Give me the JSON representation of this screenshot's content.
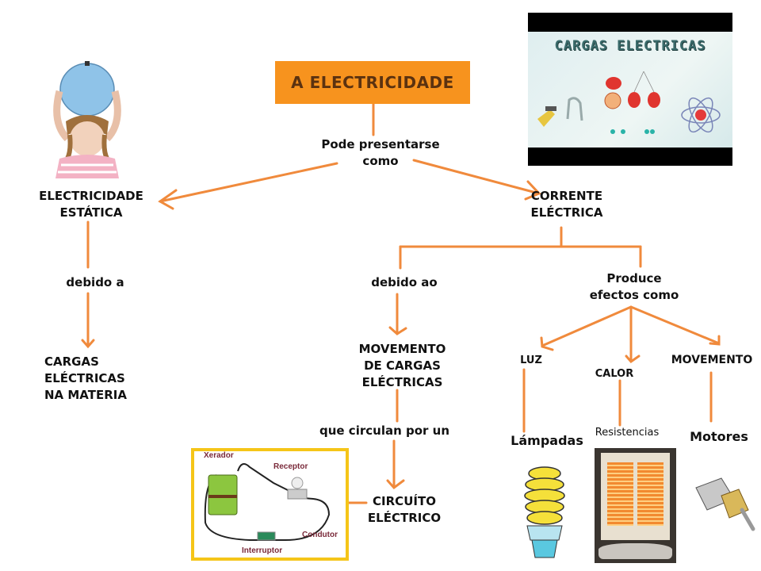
{
  "root": {
    "title": "A ELECTRICIDADE"
  },
  "links": {
    "root_to_types": "Pode presentarse\ncomo",
    "static_cause": "debido a",
    "current_cause": "debido ao",
    "current_effects": "Produce\nefectos como",
    "movement_path": "que circulan por un"
  },
  "nodes": {
    "static": "ELECTRICIDADE\nESTÁTICA",
    "current": "CORRENTE\nELÉCTRICA",
    "charges_matter": "CARGAS\nELÉCTRICAS\nNA MATERIA",
    "charge_movement": "MOVEMENTO\nDE CARGAS\nELÉCTRICAS",
    "circuit": "CIRCUÍTO\nELÉCTRICO",
    "effect_light": "LUZ",
    "effect_heat": "CALOR",
    "effect_movement": "MOVEMENTO",
    "example_lamps": "Lámpadas",
    "example_resistors": "Resistencias",
    "example_motors": "Motores"
  },
  "images": {
    "video_thumbnail": {
      "title": "CARGAS ELECTRICAS"
    },
    "girl_balloon": {
      "subject": "girl holding a balloon over her head"
    },
    "circuit_diagram": {
      "labels": {
        "generator": "Xerador",
        "receiver": "Receptor",
        "conductor": "Condutor",
        "switch": "Interruptor"
      }
    },
    "lamp": {
      "subject": "energy-saving spiral bulb"
    },
    "heater": {
      "subject": "halogen heater"
    },
    "motor": {
      "subject": "small geared motor"
    }
  },
  "colors": {
    "accent": "#f7931e",
    "connector": "#f08a3c",
    "root_text": "#5b3210",
    "circuit_border": "#f5c518"
  }
}
